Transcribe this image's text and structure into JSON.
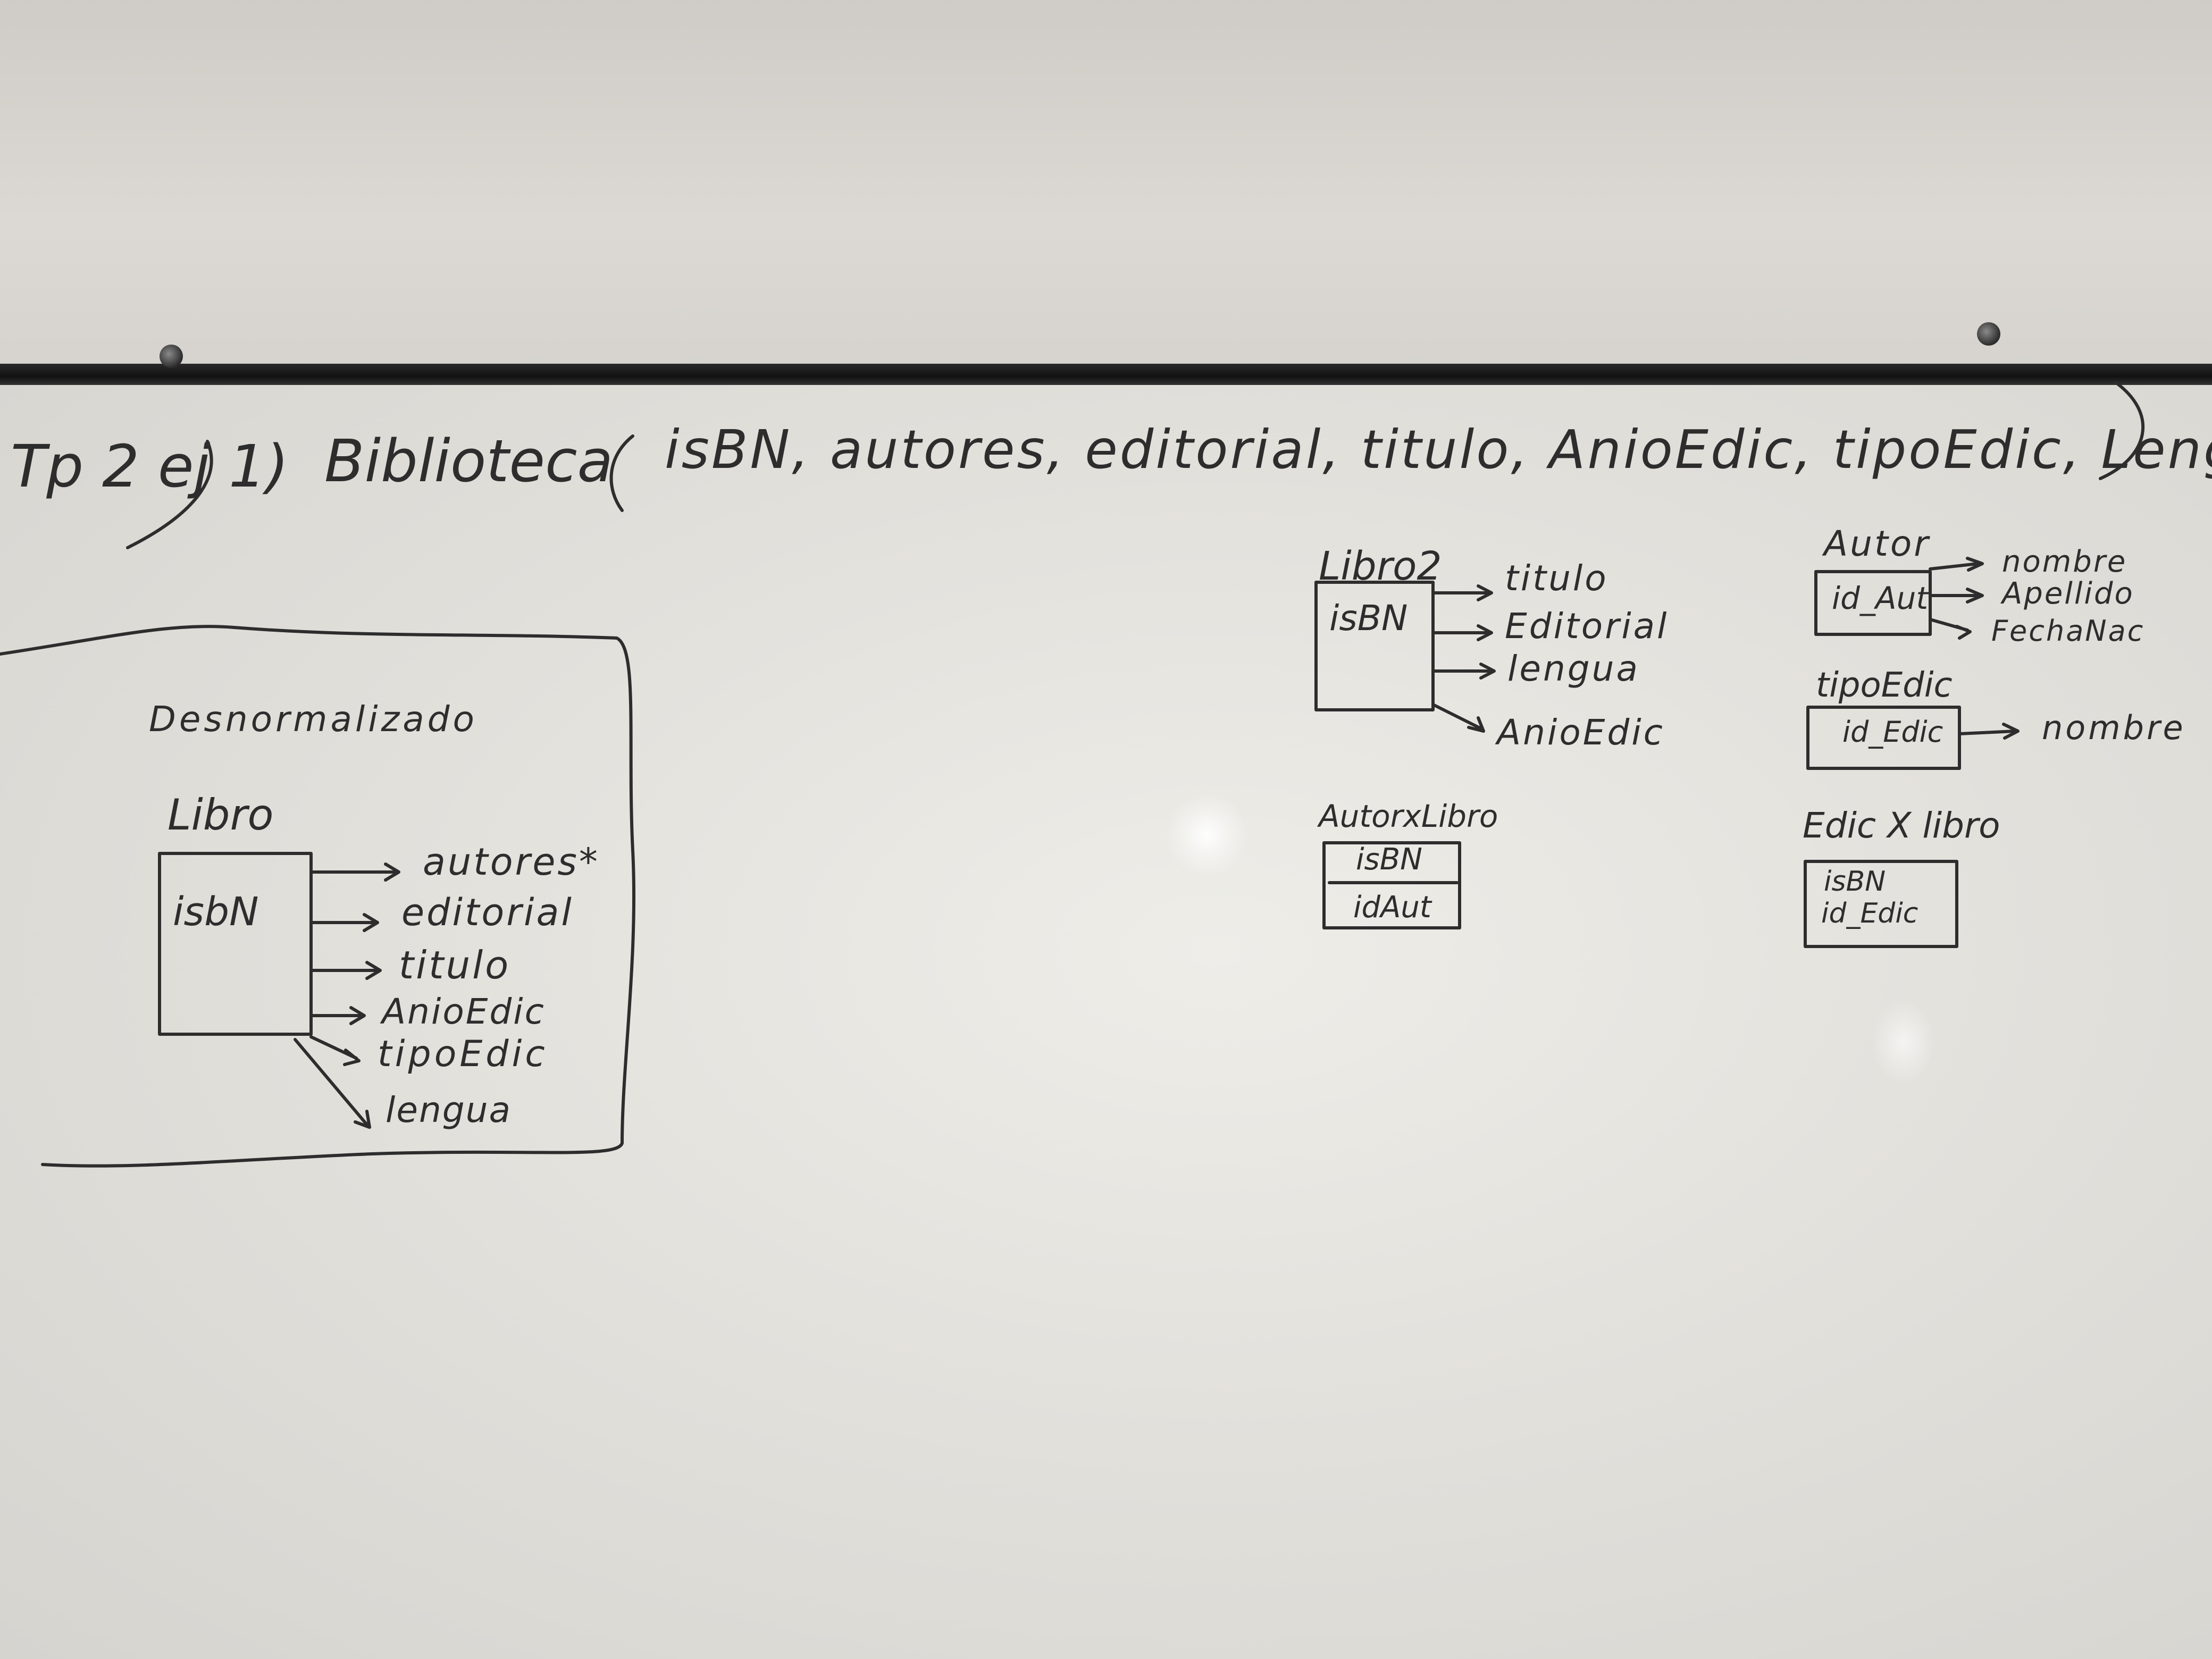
{
  "board": {
    "heading_left": "Tp 2 ej 1)",
    "relation": {
      "name": "Biblioteca",
      "attributes_text": "isBN, autores, editorial, titulo, AnioEdic, tipoEdic, Lengua"
    },
    "denormalized": {
      "label": "Desnormalizado",
      "entity": "Libro",
      "key": "isbN",
      "attributes": [
        "autores*",
        "editorial",
        "titulo",
        "AnioEdic",
        "tipoEdic",
        "lengua"
      ]
    },
    "libro2": {
      "title": "Libro2",
      "key": "isBN",
      "attributes": [
        "titulo",
        "Editorial",
        "lengua",
        "AnioEdic"
      ]
    },
    "autor": {
      "title": "Autor",
      "key": "id_Aut",
      "attributes": [
        "nombre",
        "Apellido",
        "FechaNac"
      ]
    },
    "tipoedic": {
      "title": "tipoEdic",
      "key": "id_Edic",
      "attributes": [
        "nombre"
      ]
    },
    "autorxlibro": {
      "title": "AutorxLibro",
      "fields": [
        "isBN",
        "idAut"
      ]
    },
    "edicxlibro": {
      "title": "Edic X libro",
      "fields": [
        "isBN",
        "id_Edic"
      ]
    }
  }
}
